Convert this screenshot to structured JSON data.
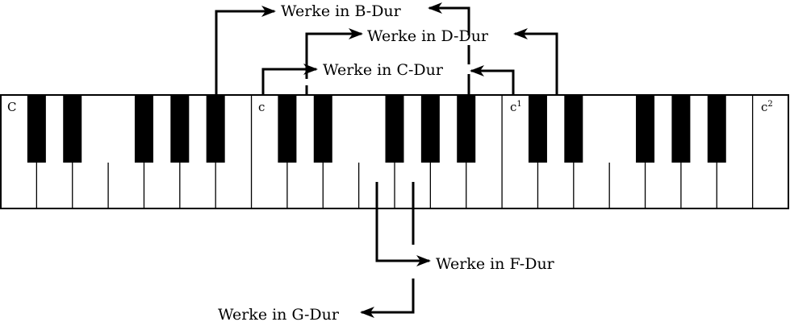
{
  "keyboard": {
    "white_keys": 22,
    "black_keys_per_octave": 5,
    "octave_labels": [
      {
        "name": "C",
        "sup": ""
      },
      {
        "name": "c",
        "sup": ""
      },
      {
        "name": "c",
        "sup": "1"
      },
      {
        "name": "c",
        "sup": "2"
      }
    ]
  },
  "ranges": [
    {
      "label": "Werke in B-Dur"
    },
    {
      "label": "Werke in D-Dur"
    },
    {
      "label": "Werke in C-Dur"
    },
    {
      "label": "Werke in F-Dur"
    },
    {
      "label": "Werke in G-Dur"
    }
  ],
  "colors": {
    "key_black": "#000000",
    "key_white": "#ffffff",
    "line": "#000000"
  }
}
